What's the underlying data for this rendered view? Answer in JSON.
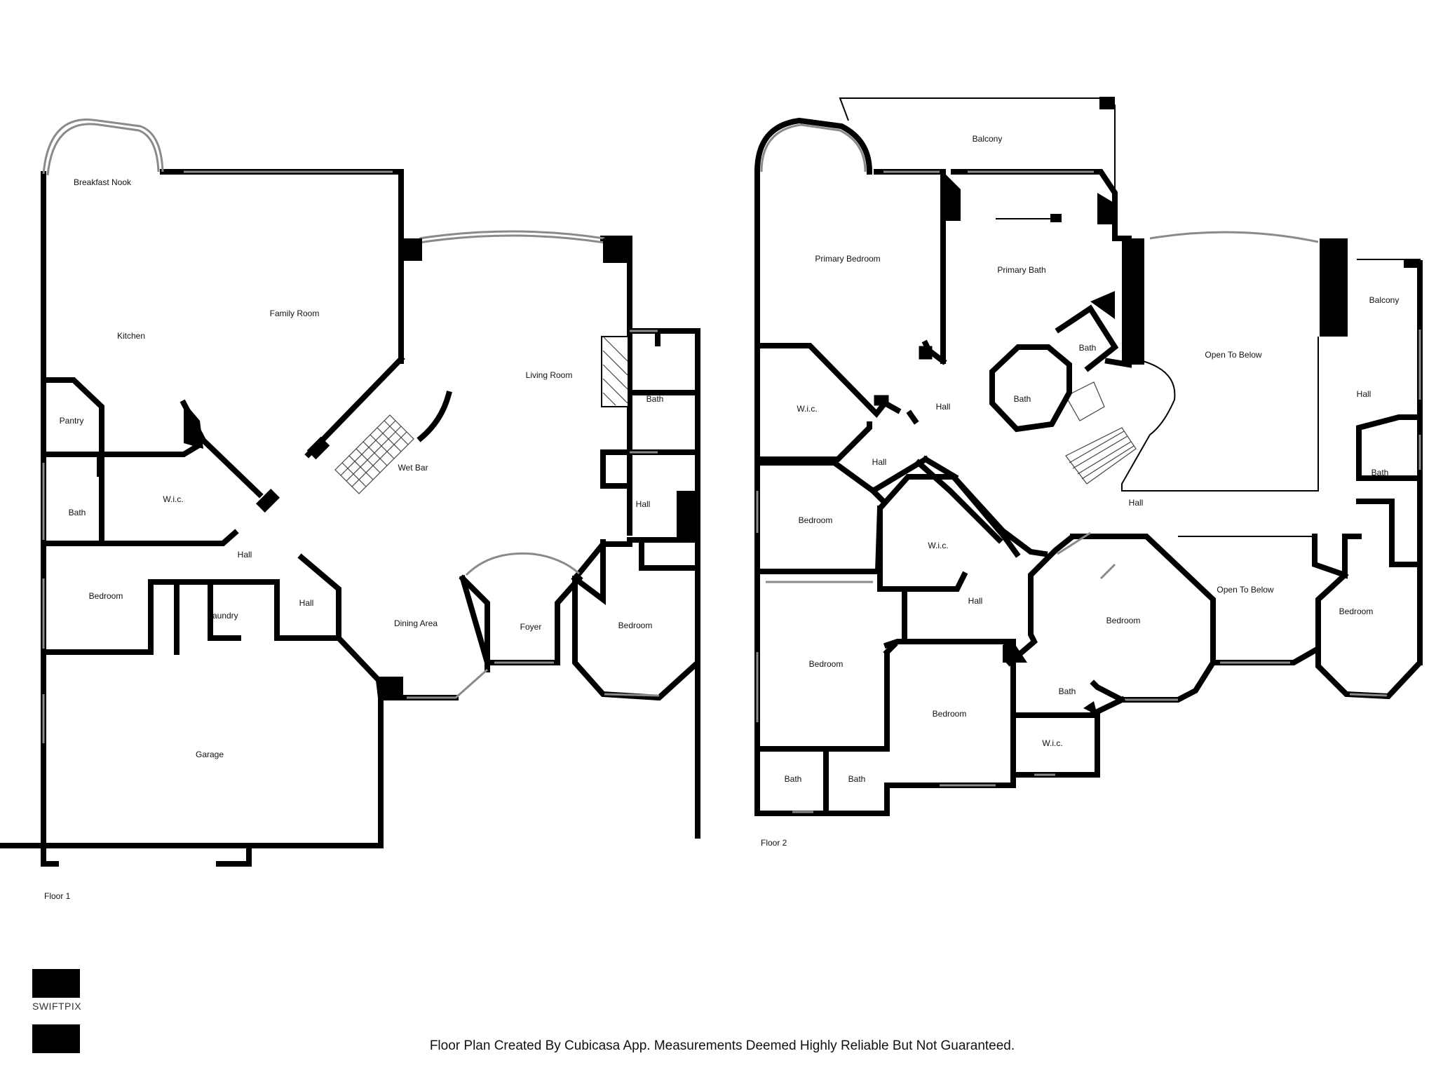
{
  "floor1": {
    "label": "Floor 1",
    "rooms": {
      "breakfast_nook": "Breakfast Nook",
      "family_room": "Family Room",
      "kitchen": "Kitchen",
      "living_room": "Living Room",
      "pantry": "Pantry",
      "bath_a": "Bath",
      "bath_b": "Bath",
      "wic": "W.i.c.",
      "wet_bar": "Wet Bar",
      "hall_a": "Hall",
      "hall_b": "Hall",
      "hall_c": "Hall",
      "bedroom_a": "Bedroom",
      "bedroom_b": "Bedroom",
      "laundry": "Laundry",
      "dining_area": "Dining Area",
      "foyer": "Foyer",
      "garage": "Garage"
    }
  },
  "floor2": {
    "label": "Floor 2",
    "rooms": {
      "balcony_a": "Balcony",
      "balcony_b": "Balcony",
      "primary_bedroom": "Primary Bedroom",
      "primary_bath": "Primary Bath",
      "bath_a": "Bath",
      "bath_b": "Bath",
      "bath_c": "Bath",
      "bath_d": "Bath",
      "bath_e": "Bath",
      "bath_f": "Bath",
      "open_to_below_a": "Open To Below",
      "open_to_below_b": "Open To Below",
      "hall_a": "Hall",
      "hall_b": "Hall",
      "hall_c": "Hall",
      "hall_d": "Hall",
      "hall_e": "Hall",
      "wic_a": "W.i.c.",
      "wic_b": "W.i.c.",
      "wic_c": "W.i.c.",
      "bedroom_a": "Bedroom",
      "bedroom_b": "Bedroom",
      "bedroom_c": "Bedroom",
      "bedroom_d": "Bedroom",
      "bedroom_e": "Bedroom"
    }
  },
  "logo": {
    "text": "SWIFTPIX"
  },
  "footer": {
    "note": "Floor Plan Created By Cubicasa App. Measurements Deemed Highly Reliable But Not Guaranteed."
  }
}
